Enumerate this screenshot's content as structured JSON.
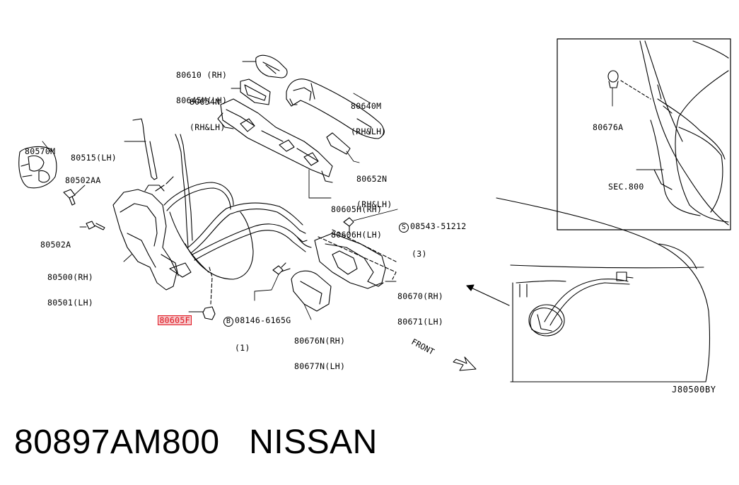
{
  "labels": {
    "p80610": "80610 (RH)",
    "p80645m": "80645M(LH)",
    "p80654n_a": "80654N",
    "p80654n_b": "(RH&LH)",
    "p80640m_a": "80640M",
    "p80640m_b": "(RH&LH)",
    "p80570m": "80570M",
    "p80515": "80515(LH)",
    "p80502aa": "80502AA",
    "p80652n_a": "80652N",
    "p80652n_b": "(RH&LH)",
    "p80605h": "80605H(RH)",
    "p80606h": "80606H(LH)",
    "p08543_a": "08543-51212",
    "p08543_b": "(3)",
    "p08543_marker": "S",
    "p80502a": "80502A",
    "p80500": "80500(RH)",
    "p80501": "80501(LH)",
    "p80670": "80670(RH)",
    "p80671": "80671(LH)",
    "p80605f": "80605F",
    "p08146_a": "08146-6165G",
    "p08146_b": "(1)",
    "p08146_marker": "B",
    "p80676n": "80676N(RH)",
    "p80677n": "80677N(LH)",
    "p80676a": "80676A",
    "sec800": "SEC.800",
    "front": "FRONT",
    "diagram_code": "J80500BY"
  },
  "title": {
    "part_number": "80897AM800",
    "brand": "NISSAN"
  },
  "colors": {
    "highlight_border": "#e0141e",
    "highlight_fill": "#f6c9cc",
    "line": "#000000"
  }
}
